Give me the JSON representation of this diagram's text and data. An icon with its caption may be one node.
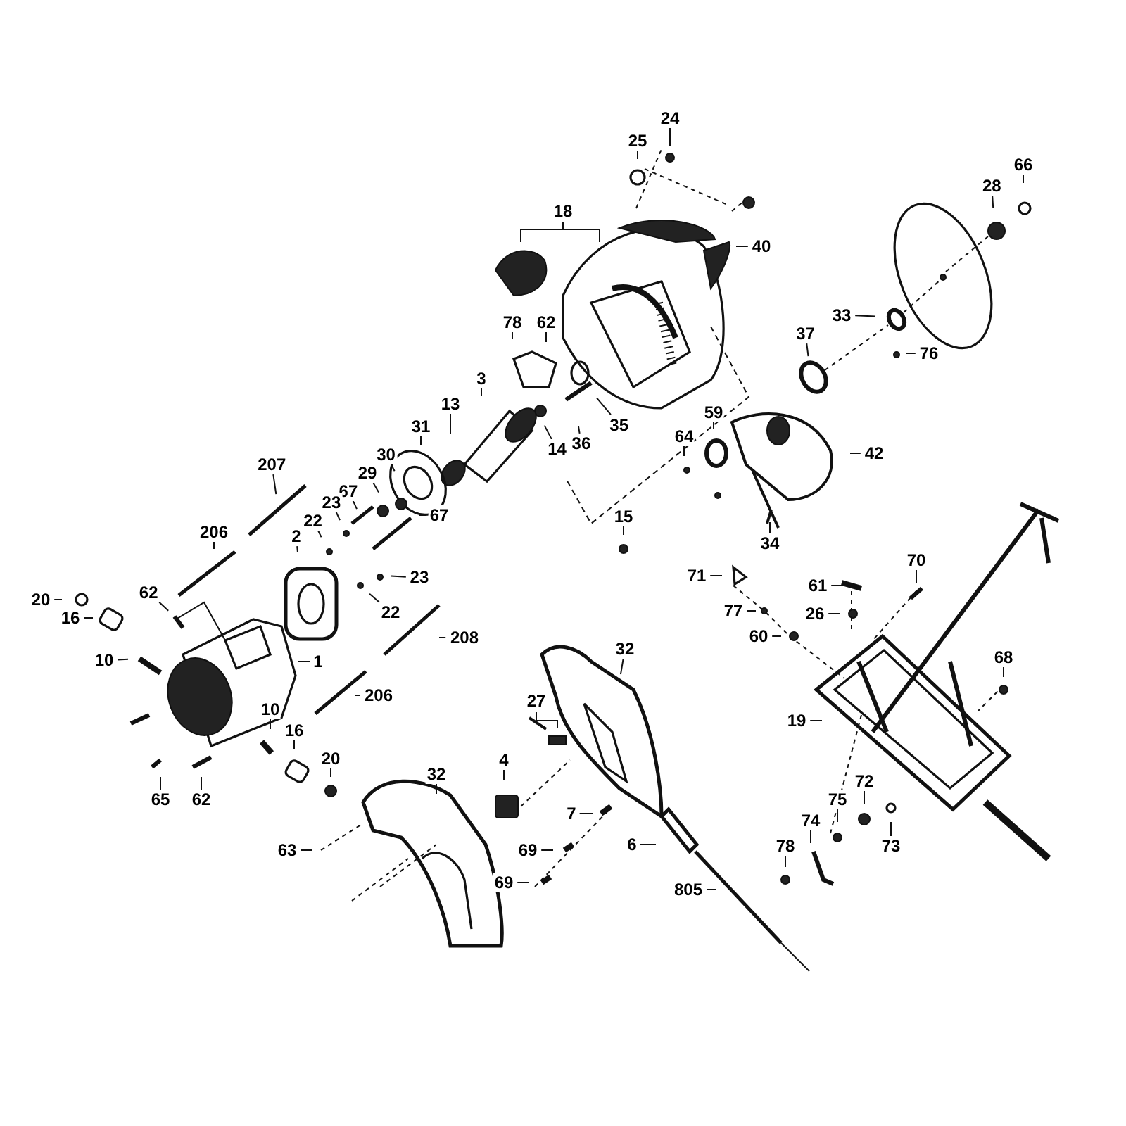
{
  "diagram": {
    "nodes": [
      {
        "text": [
          "24"
        ]
      },
      {
        "text": [
          "25"
        ]
      },
      {
        "text": [
          "18"
        ]
      },
      {
        "text": [
          "40"
        ]
      },
      {
        "text": [
          "66"
        ]
      },
      {
        "text": [
          "28"
        ]
      },
      {
        "text": [
          "78"
        ]
      },
      {
        "text": [
          "62"
        ]
      },
      {
        "text": [
          "3"
        ]
      },
      {
        "text": [
          "13"
        ]
      },
      {
        "text": [
          "31"
        ]
      },
      {
        "text": [
          "14"
        ]
      },
      {
        "text": [
          "36"
        ]
      },
      {
        "text": [
          "35"
        ]
      },
      {
        "text": [
          "37"
        ]
      },
      {
        "text": [
          "33"
        ]
      },
      {
        "text": [
          "76"
        ]
      },
      {
        "text": [
          "59"
        ]
      },
      {
        "text": [
          "64"
        ]
      },
      {
        "text": [
          "42"
        ]
      },
      {
        "text": [
          "34"
        ]
      },
      {
        "text": [
          "15"
        ]
      },
      {
        "text": [
          "207"
        ]
      },
      {
        "text": [
          "30"
        ]
      },
      {
        "text": [
          "29"
        ]
      },
      {
        "text": [
          "67"
        ]
      },
      {
        "text": [
          "23"
        ]
      },
      {
        "text": [
          "22"
        ]
      },
      {
        "text": [
          "206"
        ]
      },
      {
        "text": [
          "2"
        ]
      },
      {
        "text": [
          "67"
        ]
      },
      {
        "text": [
          "23"
        ]
      },
      {
        "text": [
          "22"
        ]
      },
      {
        "text": [
          "20"
        ]
      },
      {
        "text": [
          "16"
        ]
      },
      {
        "text": [
          "10"
        ]
      },
      {
        "text": [
          "62"
        ]
      },
      {
        "text": [
          "1"
        ]
      },
      {
        "text": [
          "208"
        ]
      },
      {
        "text": [
          "206"
        ]
      },
      {
        "text": [
          "10"
        ]
      },
      {
        "text": [
          "16"
        ]
      },
      {
        "text": [
          "20"
        ]
      },
      {
        "text": [
          "65"
        ]
      },
      {
        "text": [
          "62"
        ]
      },
      {
        "text": [
          "32"
        ]
      },
      {
        "text": [
          "27"
        ]
      },
      {
        "text": [
          "4"
        ]
      },
      {
        "text": [
          "32"
        ]
      },
      {
        "text": [
          "63"
        ]
      },
      {
        "text": [
          "7"
        ]
      },
      {
        "text": [
          "69"
        ]
      },
      {
        "text": [
          "69"
        ]
      },
      {
        "text": [
          "6"
        ]
      },
      {
        "text": [
          "805"
        ]
      },
      {
        "text": [
          "71"
        ]
      },
      {
        "text": [
          "77"
        ]
      },
      {
        "text": [
          "60"
        ]
      },
      {
        "text": [
          "61"
        ]
      },
      {
        "text": [
          "26"
        ]
      },
      {
        "text": [
          "70"
        ]
      },
      {
        "text": [
          "68"
        ]
      },
      {
        "text": [
          "19"
        ]
      },
      {
        "text": [
          "72"
        ]
      },
      {
        "text": [
          "75"
        ]
      },
      {
        "text": [
          "73"
        ]
      },
      {
        "text": [
          "74"
        ]
      },
      {
        "text": [
          "78"
        ]
      }
    ],
    "edges": [
      {
        "from": 0,
        "to": null,
        "arrow": "none"
      },
      {
        "from": 1,
        "to": null,
        "arrow": "none"
      },
      {
        "from": 2,
        "to": null,
        "arrow": "none"
      },
      {
        "from": 3,
        "to": null,
        "arrow": "none"
      },
      {
        "from": 4,
        "to": null,
        "arrow": "none"
      },
      {
        "from": 5,
        "to": null,
        "arrow": "none"
      },
      {
        "from": 6,
        "to": null,
        "arrow": "none"
      },
      {
        "from": 7,
        "to": null,
        "arrow": "none"
      },
      {
        "from": 8,
        "to": null,
        "arrow": "none"
      },
      {
        "from": 9,
        "to": null,
        "arrow": "none"
      },
      {
        "from": 10,
        "to": null,
        "arrow": "none"
      },
      {
        "from": 11,
        "to": null,
        "arrow": "none"
      },
      {
        "from": 12,
        "to": null,
        "arrow": "none"
      },
      {
        "from": 13,
        "to": null,
        "arrow": "none"
      },
      {
        "from": 14,
        "to": null,
        "arrow": "none"
      },
      {
        "from": 15,
        "to": null,
        "arrow": "none"
      },
      {
        "from": 16,
        "to": null,
        "arrow": "none"
      },
      {
        "from": 17,
        "to": null,
        "arrow": "none"
      },
      {
        "from": 18,
        "to": null,
        "arrow": "none"
      },
      {
        "from": 19,
        "to": null,
        "arrow": "none"
      },
      {
        "from": 20,
        "to": null,
        "arrow": "none"
      },
      {
        "from": 21,
        "to": null,
        "arrow": "none"
      },
      {
        "from": 22,
        "to": null,
        "arrow": "none"
      },
      {
        "from": 23,
        "to": null,
        "arrow": "none"
      },
      {
        "from": 24,
        "to": null,
        "arrow": "none"
      },
      {
        "from": 25,
        "to": null,
        "arrow": "none"
      },
      {
        "from": 26,
        "to": null,
        "arrow": "none"
      },
      {
        "from": 27,
        "to": null,
        "arrow": "none"
      },
      {
        "from": 28,
        "to": null,
        "arrow": "none"
      },
      {
        "from": 29,
        "to": null,
        "arrow": "none"
      },
      {
        "from": 30,
        "to": null,
        "arrow": "none"
      },
      {
        "from": 31,
        "to": null,
        "arrow": "none"
      },
      {
        "from": 32,
        "to": null,
        "arrow": "none"
      },
      {
        "from": 33,
        "to": null,
        "arrow": "none"
      },
      {
        "from": 34,
        "to": null,
        "arrow": "none"
      },
      {
        "from": 35,
        "to": null,
        "arrow": "none"
      },
      {
        "from": 36,
        "to": null,
        "arrow": "none"
      },
      {
        "from": 37,
        "to": null,
        "arrow": "none"
      },
      {
        "from": 38,
        "to": null,
        "arrow": "none"
      },
      {
        "from": 39,
        "to": null,
        "arrow": "none"
      },
      {
        "from": 40,
        "to": null,
        "arrow": "none"
      },
      {
        "from": 41,
        "to": null,
        "arrow": "none"
      },
      {
        "from": 42,
        "to": null,
        "arrow": "none"
      },
      {
        "from": 43,
        "to": null,
        "arrow": "none"
      },
      {
        "from": 44,
        "to": null,
        "arrow": "none"
      },
      {
        "from": 45,
        "to": null,
        "arrow": "none"
      },
      {
        "from": 46,
        "to": null,
        "arrow": "none"
      },
      {
        "from": 47,
        "to": null,
        "arrow": "none"
      },
      {
        "from": 48,
        "to": null,
        "arrow": "none"
      },
      {
        "from": 49,
        "to": null,
        "arrow": "none"
      },
      {
        "from": 50,
        "to": null,
        "arrow": "none"
      },
      {
        "from": 51,
        "to": null,
        "arrow": "none"
      },
      {
        "from": 52,
        "to": null,
        "arrow": "none"
      },
      {
        "from": 53,
        "to": null,
        "arrow": "none"
      },
      {
        "from": 54,
        "to": null,
        "arrow": "none"
      },
      {
        "from": 55,
        "to": null,
        "arrow": "none"
      },
      {
        "from": 56,
        "to": null,
        "arrow": "none"
      },
      {
        "from": 57,
        "to": null,
        "arrow": "none"
      },
      {
        "from": 58,
        "to": null,
        "arrow": "none"
      },
      {
        "from": 59,
        "to": null,
        "arrow": "none"
      },
      {
        "from": 60,
        "to": null,
        "arrow": "none"
      },
      {
        "from": 61,
        "to": null,
        "arrow": "none"
      },
      {
        "from": 62,
        "to": null,
        "arrow": "none"
      },
      {
        "from": 63,
        "to": null,
        "arrow": "none"
      },
      {
        "from": 64,
        "to": null,
        "arrow": "none"
      },
      {
        "from": 65,
        "to": null,
        "arrow": "none"
      },
      {
        "from": 66,
        "to": null,
        "arrow": "none"
      },
      {
        "from": 67,
        "to": null,
        "arrow": "none"
      }
    ]
  }
}
